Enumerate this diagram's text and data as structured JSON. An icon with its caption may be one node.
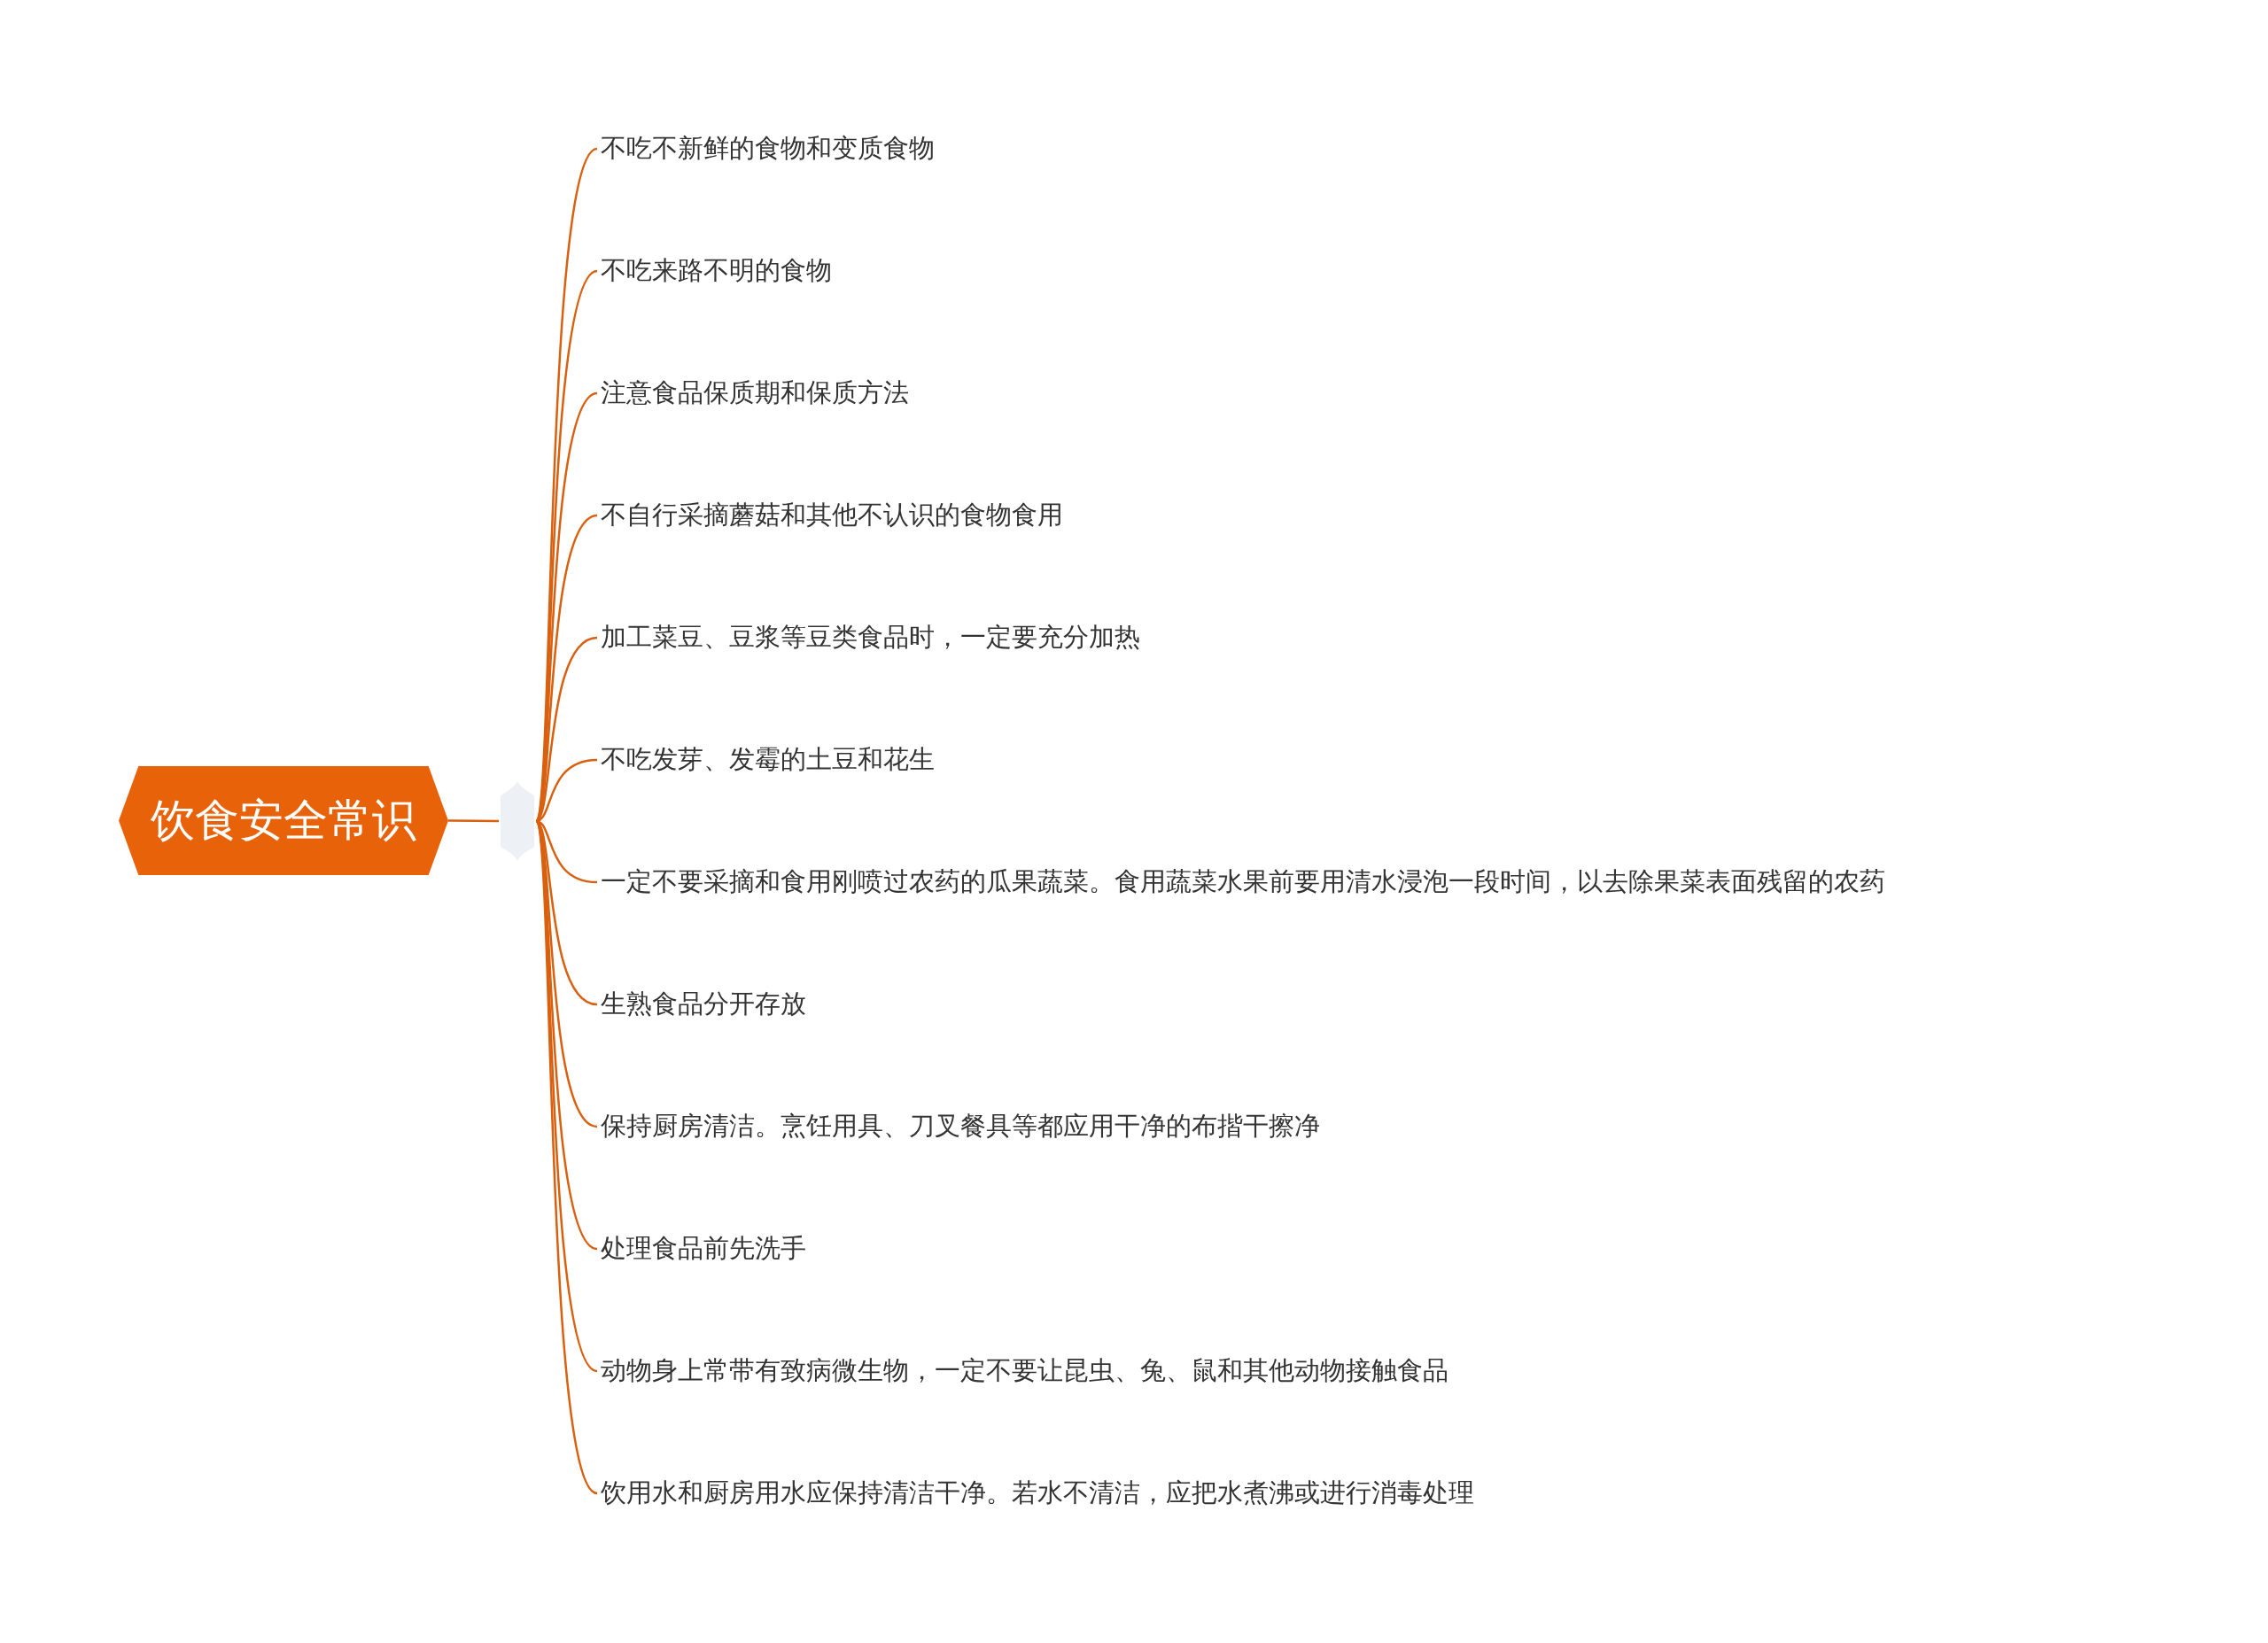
{
  "diagram": {
    "nodes": [
      {
        "text": [
          "饮食安全常识"
        ]
      },
      {
        "text": [],
        "shape": "hexagon"
      },
      {
        "text": [
          "不吃不新鲜的食物和变质食物"
        ]
      },
      {
        "text": [
          "不吃来路不明的食物"
        ]
      },
      {
        "text": [
          "注意食品保质期和保质方法"
        ]
      },
      {
        "text": [
          "不自行采摘蘑菇和其他不认识的食物食用"
        ]
      },
      {
        "text": [
          "加工菜豆、豆浆等豆类食品时，一定要充分加热"
        ]
      },
      {
        "text": [
          "不吃发芽、发霉的土豆和花生"
        ]
      },
      {
        "text": [
          "一定不要采摘和食用刚喷过农药的瓜果蔬菜。食用蔬菜水果前要用清水浸泡一段时间，以去除果菜表面残留的农药"
        ]
      },
      {
        "text": [
          "生熟食品分开存放"
        ]
      },
      {
        "text": [
          "保持厨房清洁。烹饪用具、刀叉餐具等都应用干净的布揩干擦净"
        ]
      },
      {
        "text": [
          "处理食品前先洗手"
        ]
      },
      {
        "text": [
          "动物身上常带有致病微生物，一定不要让昆虫、兔、鼠和其他动物接触食品"
        ]
      },
      {
        "text": [
          "饮用水和厨房用水应保持清洁干净。若水不清洁，应把水煮沸或进行消毒处理"
        ]
      }
    ],
    "edges": [
      {
        "from": 0,
        "to": 1,
        "arrow": "none"
      },
      {
        "from": 1,
        "to": 2,
        "arrow": "none"
      },
      {
        "from": 1,
        "to": 3,
        "arrow": "none"
      },
      {
        "from": 1,
        "to": 4,
        "arrow": "none"
      },
      {
        "from": 1,
        "to": 5,
        "arrow": "none"
      },
      {
        "from": 1,
        "to": 6,
        "arrow": "none"
      },
      {
        "from": 1,
        "to": 7,
        "arrow": "none"
      },
      {
        "from": 1,
        "to": 8,
        "arrow": "none"
      },
      {
        "from": 1,
        "to": 9,
        "arrow": "none"
      },
      {
        "from": 1,
        "to": 10,
        "arrow": "none"
      },
      {
        "from": 1,
        "to": 11,
        "arrow": "none"
      },
      {
        "from": 1,
        "to": 12,
        "arrow": "none"
      },
      {
        "from": 1,
        "to": 13,
        "arrow": "none"
      }
    ]
  }
}
